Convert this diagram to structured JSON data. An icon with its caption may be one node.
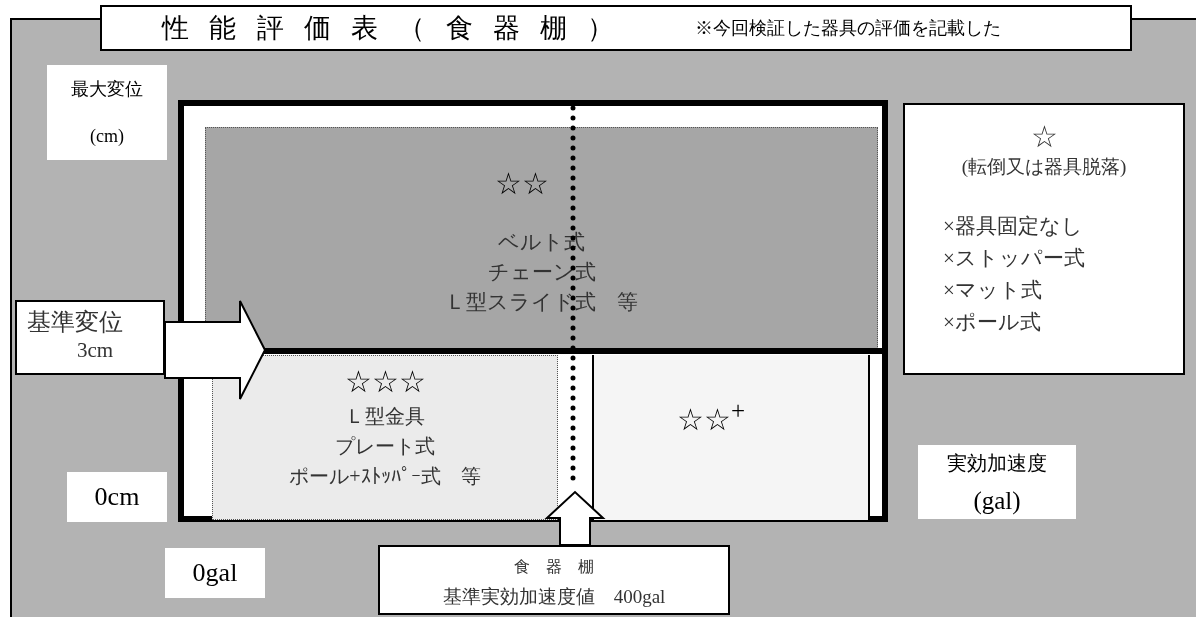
{
  "diagram": {
    "title": "性能評価表（食器棚）",
    "nodes": [
      {
        "text": [
          "☆☆",
          "ベルト式",
          "チェーン式",
          "Ｌ型スライド式　等"
        ]
      },
      {
        "text": [
          "☆☆☆",
          "Ｌ型金具",
          "プレート式",
          "ポール+ｽﾄｯﾊﾟｰ式　等"
        ]
      },
      {
        "text": [
          "☆☆$^{+}$"
        ]
      },
      {
        "text": [
          "☆",
          "(転倒又は器具脱落)",
          "×器具固定なし",
          "×ストッパー式",
          "×マット式",
          "×ポール式"
        ]
      },
      {
        "text": [
          "基準変位",
          "3cm"
        ]
      },
      {
        "text": [
          "食　器　棚",
          "基準実効加速度値　400gal"
        ]
      }
    ],
    "edges": [
      {
        "from": 4,
        "to": null,
        "arrow": "to"
      },
      {
        "from": 5,
        "to": null,
        "arrow": "to"
      }
    ],
    "labels": [
      "※今回検証した器具の評価を記載した",
      "最大変位",
      "(cm)",
      "0cm",
      "実効加速度",
      "(gal)",
      "0gal"
    ]
  }
}
